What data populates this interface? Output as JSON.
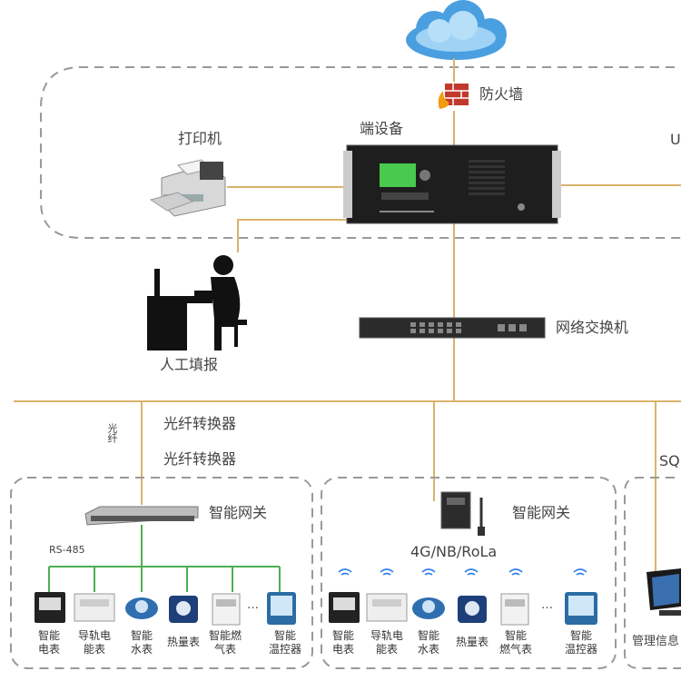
{
  "top": {
    "firewall": "防火墙",
    "end_device": "端设备",
    "printer": "打印机",
    "right_cut": "U",
    "manual_entry": "人工填报",
    "switch": "网络交换机"
  },
  "left_branch": {
    "fiber_vertical": "光纤",
    "converter_1": "光纤转换器",
    "converter_2": "光纤转换器",
    "gateway": "智能网关",
    "bus": "RS-485",
    "devices": [
      {
        "line1": "智能",
        "line2": "电表"
      },
      {
        "line1": "导轨电",
        "line2": "能表"
      },
      {
        "line1": "智能",
        "line2": "水表"
      },
      {
        "line1": "热量表",
        "line2": ""
      },
      {
        "line1": "智能燃",
        "line2": "气表"
      },
      {
        "line1": "智能",
        "line2": "温控器"
      }
    ],
    "ellipsis": "…"
  },
  "middle_branch": {
    "gateway": "智能网关",
    "protocols": "4G/NB/RoLa",
    "devices": [
      {
        "line1": "智能",
        "line2": "电表"
      },
      {
        "line1": "导轨电",
        "line2": "能表"
      },
      {
        "line1": "智能",
        "line2": "水表"
      },
      {
        "line1": "热量表",
        "line2": ""
      },
      {
        "line1": "智能",
        "line2": "燃气表"
      },
      {
        "line1": "智能",
        "line2": "温控器"
      }
    ],
    "ellipsis": "…"
  },
  "right_branch": {
    "label_cut": "SQ",
    "mgmt": "管理信息"
  }
}
